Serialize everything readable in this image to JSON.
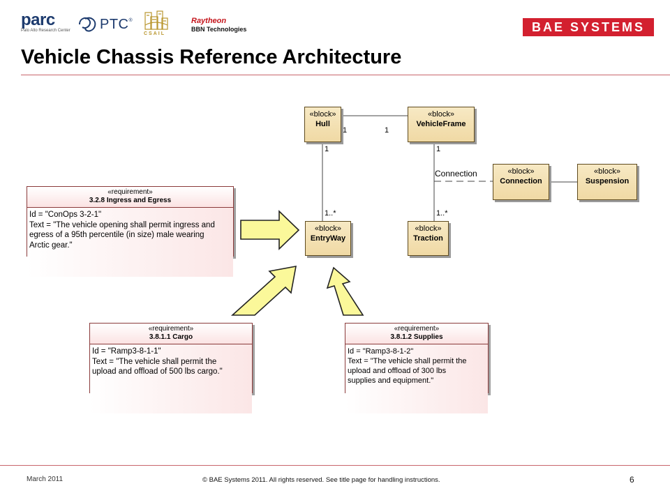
{
  "header": {
    "logos": {
      "parc": {
        "word": "parc",
        "sub": "Palo Alto Research Center"
      },
      "ptc": {
        "word": "PTC",
        "reg": "®"
      },
      "csail": {
        "word": "CSAIL"
      },
      "raytheon": {
        "word": "Raytheon",
        "sub": "BBN Technologies"
      }
    },
    "bae_logo": "BAE SYSTEMS",
    "brand_color": "#d3202f"
  },
  "title": "Vehicle Chassis Reference Architecture",
  "diagram": {
    "blocks": {
      "hull": {
        "stereotype": "«block»",
        "name": "Hull"
      },
      "vehicle_frame": {
        "stereotype": "«block»",
        "name": "VehicleFrame"
      },
      "connection": {
        "stereotype": "«block»",
        "name": "Connection"
      },
      "suspension": {
        "stereotype": "«block»",
        "name": "Suspension"
      },
      "entryway": {
        "stereotype": "«block»",
        "name": "EntryWay"
      },
      "traction": {
        "stereotype": "«block»",
        "name": "Traction"
      }
    },
    "edge_labels": {
      "hull_frame_left": "1",
      "hull_frame_right": "1",
      "hull_entry_top": "1",
      "hull_entry_bottom": "1..*",
      "frame_traction_top": "1",
      "frame_traction_bottom": "1..*",
      "association_class": "Connection"
    },
    "requirements": {
      "ingress": {
        "stereotype": "«requirement»",
        "name": "3.2.8 Ingress and Egress",
        "lines": [
          "Id = \"ConOps 3-2-1\"",
          "Text = \"The vehicle opening shall permit ingress and",
          "egress of a 95th percentile (in size) male wearing",
          "Arctic gear.\""
        ]
      },
      "cargo": {
        "stereotype": "«requirement»",
        "name": "3.8.1.1 Cargo",
        "lines": [
          "Id = \"Ramp3-8-1-1\"",
          "Text = \"The vehicle shall permit the",
          "upload and offload of 500 lbs cargo.\""
        ]
      },
      "supplies": {
        "stereotype": "«requirement»",
        "name": "3.8.1.2 Supplies",
        "lines": [
          "Id = \"Ramp3-8-1-2\"",
          "Text = \"The vehicle shall permit the",
          "upload and offload of 300 lbs",
          "supplies and equipment.\""
        ]
      }
    },
    "colors": {
      "block_fill": "#f3e0b2",
      "requirement_fill": "#fdeded",
      "arrow_fill": "#fbf89a"
    }
  },
  "footer": {
    "date": "March 2011",
    "copyright": "© BAE Systems 2011. All rights reserved. See title page for handling instructions.",
    "page": "6"
  }
}
